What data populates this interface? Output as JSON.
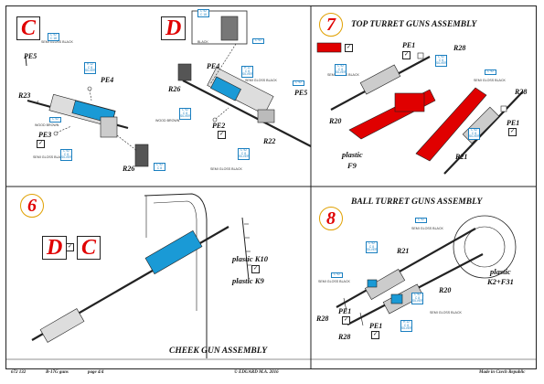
{
  "colors": {
    "accent_red": "#e00000",
    "photo_etch_blue": "#1a9ad6",
    "number_circle": "#e0a000",
    "chip_blue": "#1a7fc0"
  },
  "panels": {
    "c": {
      "letter": "C",
      "labels": {
        "pe5": "PE5",
        "pe4": "PE4",
        "r23": "R23",
        "pe3": "PE3",
        "r26": "R26"
      },
      "paints": {
        "gloss_black": "SEMI GLOSS BLACK",
        "wood_brown": "WOOD BROWN",
        "gloss_black_2": "SEMI GLOSS BLACK"
      },
      "chips": {
        "a": [
          "C 92",
          "C 18"
        ],
        "b": [
          "H 12",
          "C 8",
          "SILVER"
        ],
        "c": [
          "C 92"
        ],
        "d": [
          "C 92",
          "C 8",
          "SILVER"
        ],
        "e": [
          "C 92",
          "C 8"
        ]
      }
    },
    "d": {
      "letter": "D",
      "labels": {
        "pe4": "PE4",
        "r26": "R26",
        "pe5": "PE5",
        "pe2": "PE2",
        "r22": "R22"
      },
      "paints": {
        "black": "BLACK",
        "gloss_black": "SEMI GLOSS BLACK",
        "wood_brown": "WOOD BROWN",
        "gloss_black_2": "SEMI GLOSS BLACK"
      },
      "chips": {
        "a": [
          "C 92",
          "C 18"
        ],
        "b": [
          "H 12",
          "C 8",
          "SILVER"
        ],
        "c": [
          "C 92"
        ],
        "d": [
          "C 92",
          "C 8",
          "SILVER"
        ],
        "e": [
          "C 92",
          "C 8",
          "SILVER"
        ],
        "f": [
          "C 92"
        ]
      }
    },
    "p7": {
      "number": "7",
      "title": "TOP TURRET GUNS ASSEMBLY",
      "labels": {
        "pe1a": "PE1",
        "r28a": "R28",
        "r20": "R20",
        "r28b": "R28",
        "pe1b": "PE1",
        "r21": "R21"
      },
      "plastic": [
        "plastic",
        "F9"
      ],
      "paints": {
        "black": "SEMI GLOSS BLACK",
        "black_2": "SEMI GLOSS BLACK"
      },
      "chips": {
        "a": [
          "C 92",
          "C 8",
          "SILVER"
        ],
        "b": [
          "C 92",
          "C 8",
          "SILVER"
        ],
        "c": [
          "C 92"
        ],
        "d": [
          "C 92",
          "C 8",
          "SILVER"
        ]
      }
    },
    "p6": {
      "number": "6",
      "title": "CHEEK GUN ASSEMBLY",
      "letters": [
        "D",
        "C"
      ],
      "plastic": [
        "plastic  K10",
        "plastic  K9"
      ]
    },
    "p8": {
      "number": "8",
      "title": "BALL TURRET GUNS ASSEMBLY",
      "labels": {
        "r21": "R21",
        "r20": "R20",
        "r28a": "R28",
        "pe1a": "PE1",
        "pe1b": "PE1",
        "r28b": "R28"
      },
      "plastic": [
        "plastic",
        "K2+F31"
      ],
      "paints": {
        "black": "SEMI GLOSS BLACK",
        "black_2": "SEMI GLOSS BLACK",
        "black_3": "SEMI GLOSS BLACK"
      },
      "chips": {
        "a": [
          "C 92"
        ],
        "b": [
          "C 92",
          "C 8",
          "SILVER"
        ],
        "c": [
          "C 92"
        ],
        "d": [
          "C 92",
          "C 8",
          "SILVER"
        ],
        "e": [
          "H 12",
          "C 8",
          "SILVER"
        ]
      }
    }
  },
  "footer": {
    "code": "672 132",
    "product": "B-17G guns",
    "page": "page 4/4",
    "copyright": "© EDUARD  M.A.  2016",
    "made": "Made in Czech Republic"
  }
}
